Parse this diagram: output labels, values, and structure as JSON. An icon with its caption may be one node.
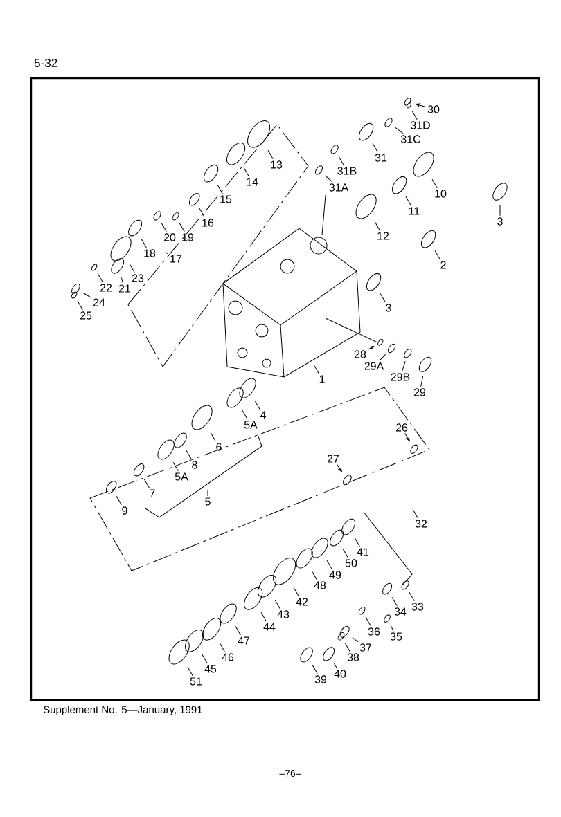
{
  "diagram": {
    "nodes": [
      {
        "text": [
          "30"
        ]
      },
      {
        "text": [
          "31D"
        ]
      },
      {
        "text": [
          "31C"
        ]
      },
      {
        "text": [
          "31"
        ]
      },
      {
        "text": [
          "31B"
        ]
      },
      {
        "text": [
          "31A"
        ]
      },
      {
        "text": [
          "13"
        ]
      },
      {
        "text": [
          "14"
        ]
      },
      {
        "text": [
          "15"
        ]
      },
      {
        "text": [
          "10"
        ]
      },
      {
        "text": [
          "11"
        ]
      },
      {
        "text": [
          "3"
        ]
      },
      {
        "text": [
          "16"
        ]
      },
      {
        "text": [
          "20"
        ]
      },
      {
        "text": [
          "19"
        ]
      },
      {
        "text": [
          "12"
        ]
      },
      {
        "text": [
          "18"
        ]
      },
      {
        "text": [
          "17"
        ]
      },
      {
        "text": [
          "2"
        ]
      },
      {
        "text": [
          "23"
        ]
      },
      {
        "text": [
          "22"
        ]
      },
      {
        "text": [
          "21"
        ]
      },
      {
        "text": [
          "24"
        ]
      },
      {
        "text": [
          "3"
        ]
      },
      {
        "text": [
          "25"
        ]
      },
      {
        "text": [
          "28"
        ]
      },
      {
        "text": [
          "29A"
        ]
      },
      {
        "text": [
          "29B"
        ]
      },
      {
        "text": [
          "1"
        ]
      },
      {
        "text": [
          "29"
        ]
      },
      {
        "text": [
          "4"
        ]
      },
      {
        "text": [
          "5A"
        ]
      },
      {
        "text": [
          "26"
        ]
      },
      {
        "text": [
          "6"
        ]
      },
      {
        "text": [
          "27"
        ]
      },
      {
        "text": [
          "8"
        ]
      },
      {
        "text": [
          "5A"
        ]
      },
      {
        "text": [
          "7"
        ]
      },
      {
        "text": [
          "5"
        ]
      },
      {
        "text": [
          "9"
        ]
      },
      {
        "text": [
          "32"
        ]
      },
      {
        "text": [
          "41"
        ]
      },
      {
        "text": [
          "50"
        ]
      },
      {
        "text": [
          "49"
        ]
      },
      {
        "text": [
          "48"
        ]
      },
      {
        "text": [
          "42"
        ]
      },
      {
        "text": [
          "33"
        ]
      },
      {
        "text": [
          "43"
        ]
      },
      {
        "text": [
          "34"
        ]
      },
      {
        "text": [
          "36"
        ]
      },
      {
        "text": [
          "35"
        ]
      },
      {
        "text": [
          "44"
        ]
      },
      {
        "text": [
          "47"
        ]
      },
      {
        "text": [
          "37"
        ]
      },
      {
        "text": [
          "46"
        ]
      },
      {
        "text": [
          "38"
        ]
      },
      {
        "text": [
          "45"
        ]
      },
      {
        "text": [
          "40"
        ]
      },
      {
        "text": [
          "39"
        ]
      },
      {
        "text": [
          "51"
        ]
      }
    ],
    "edges": [
      {
        "from": 0,
        "to": null,
        "arrow": "to"
      },
      {
        "from": 1,
        "to": null,
        "arrow": "none"
      },
      {
        "from": 2,
        "to": null,
        "arrow": "none"
      },
      {
        "from": 3,
        "to": null,
        "arrow": "none"
      },
      {
        "from": 4,
        "to": null,
        "arrow": "none"
      },
      {
        "from": 5,
        "to": null,
        "arrow": "none"
      },
      {
        "from": 6,
        "to": null,
        "arrow": "none"
      },
      {
        "from": 7,
        "to": null,
        "arrow": "none"
      },
      {
        "from": 8,
        "to": null,
        "arrow": "none"
      },
      {
        "from": 9,
        "to": null,
        "arrow": "none"
      },
      {
        "from": 10,
        "to": null,
        "arrow": "none"
      },
      {
        "from": 11,
        "to": null,
        "arrow": "none"
      },
      {
        "from": 12,
        "to": null,
        "arrow": "none"
      },
      {
        "from": 13,
        "to": null,
        "arrow": "none"
      },
      {
        "from": 14,
        "to": null,
        "arrow": "none"
      },
      {
        "from": 15,
        "to": null,
        "arrow": "none"
      },
      {
        "from": 16,
        "to": null,
        "arrow": "none"
      },
      {
        "from": 17,
        "to": null,
        "arrow": "none"
      },
      {
        "from": 18,
        "to": null,
        "arrow": "none"
      },
      {
        "from": 19,
        "to": null,
        "arrow": "none"
      },
      {
        "from": 20,
        "to": null,
        "arrow": "none"
      },
      {
        "from": 21,
        "to": null,
        "arrow": "none"
      },
      {
        "from": 22,
        "to": null,
        "arrow": "none"
      },
      {
        "from": 23,
        "to": null,
        "arrow": "none"
      },
      {
        "from": 24,
        "to": null,
        "arrow": "none"
      },
      {
        "from": 25,
        "to": null,
        "arrow": "to"
      },
      {
        "from": 26,
        "to": null,
        "arrow": "none"
      },
      {
        "from": 27,
        "to": null,
        "arrow": "none"
      },
      {
        "from": 28,
        "to": null,
        "arrow": "none"
      },
      {
        "from": 29,
        "to": null,
        "arrow": "none"
      },
      {
        "from": 30,
        "to": null,
        "arrow": "none"
      },
      {
        "from": 31,
        "to": null,
        "arrow": "none"
      },
      {
        "from": 32,
        "to": null,
        "arrow": "to"
      },
      {
        "from": 33,
        "to": null,
        "arrow": "none"
      },
      {
        "from": 34,
        "to": null,
        "arrow": "to"
      },
      {
        "from": 35,
        "to": null,
        "arrow": "none"
      },
      {
        "from": 36,
        "to": null,
        "arrow": "none"
      },
      {
        "from": 37,
        "to": null,
        "arrow": "none"
      },
      {
        "from": 38,
        "to": null,
        "arrow": "none"
      },
      {
        "from": 39,
        "to": null,
        "arrow": "none"
      },
      {
        "from": 40,
        "to": null,
        "arrow": "none"
      },
      {
        "from": 41,
        "to": null,
        "arrow": "none"
      },
      {
        "from": 42,
        "to": null,
        "arrow": "none"
      },
      {
        "from": 43,
        "to": null,
        "arrow": "none"
      },
      {
        "from": 44,
        "to": null,
        "arrow": "none"
      },
      {
        "from": 45,
        "to": null,
        "arrow": "none"
      },
      {
        "from": 46,
        "to": null,
        "arrow": "none"
      },
      {
        "from": 47,
        "to": null,
        "arrow": "none"
      },
      {
        "from": 48,
        "to": null,
        "arrow": "none"
      },
      {
        "from": 49,
        "to": null,
        "arrow": "none"
      },
      {
        "from": 50,
        "to": null,
        "arrow": "none"
      },
      {
        "from": 51,
        "to": null,
        "arrow": "none"
      },
      {
        "from": 52,
        "to": null,
        "arrow": "none"
      },
      {
        "from": 53,
        "to": null,
        "arrow": "none"
      },
      {
        "from": 54,
        "to": null,
        "arrow": "none"
      },
      {
        "from": 55,
        "to": null,
        "arrow": "none"
      },
      {
        "from": 56,
        "to": null,
        "arrow": "none"
      },
      {
        "from": 57,
        "to": null,
        "arrow": "none"
      },
      {
        "from": 58,
        "to": null,
        "arrow": "none"
      },
      {
        "from": 59,
        "to": null,
        "arrow": "none"
      }
    ],
    "labels": [
      "5-32",
      "Supplement No. 5—January, 1991",
      "–76–"
    ]
  }
}
